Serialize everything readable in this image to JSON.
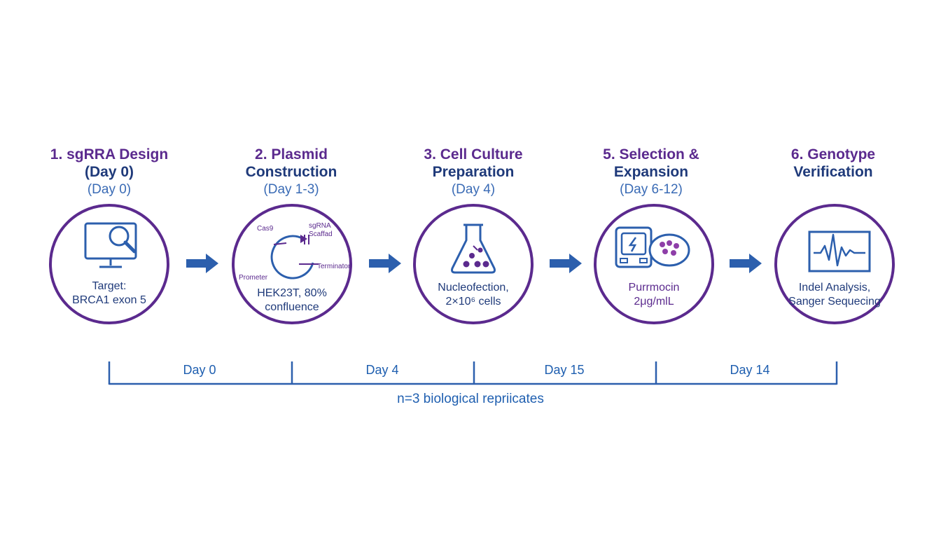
{
  "steps": [
    {
      "title_line1": "1. sgRRA Design",
      "title_line2": "(Day 0)",
      "day": "(Day 0)",
      "icon": "monitor-magnifier-icon",
      "text": [
        "Target:",
        "BRCA1 exon 5"
      ]
    },
    {
      "title_line1": "2. Plasmid",
      "title_line2": "Construction",
      "day": "(Day 1-3)",
      "icon": "plasmid-map-icon",
      "plasmid_labels": {
        "cas9": "Cas9",
        "sgrna": "sgRNA",
        "scaffold": "Scaffad",
        "promoter": "Prometer",
        "terminator": "Terminator"
      },
      "text": [
        "HEK23T, 80%",
        "confluence"
      ]
    },
    {
      "title_line1": "3. Cell Culture",
      "title_line2": "Preparation",
      "day": "(Day 4)",
      "icon": "flask-icon",
      "text": [
        "Nucleofection,",
        "2×10⁶ cells"
      ]
    },
    {
      "title_line1": "5. Selection &",
      "title_line2": "Expansion",
      "day": "(Day 6-12)",
      "icon": "incubator-petri-dish-icon",
      "text": [
        "Purrmocin",
        "2μg/mlL"
      ]
    },
    {
      "title_line1": "6. Genotype",
      "title_line2": "Verification",
      "day": "",
      "icon": "waveform-monitor-icon",
      "text": [
        "Indel Analysis,",
        "Sanger Sequecing"
      ]
    }
  ],
  "timeline": {
    "segments": [
      "Day 0",
      "Day 4",
      "Day 15",
      "Day 14"
    ],
    "footnote": "n=3 biological repriicates"
  },
  "colors": {
    "purple": "#5b2a8e",
    "navy": "#1f3a7a",
    "blue": "#3a6bb5",
    "arrow": "#2c5fad"
  }
}
